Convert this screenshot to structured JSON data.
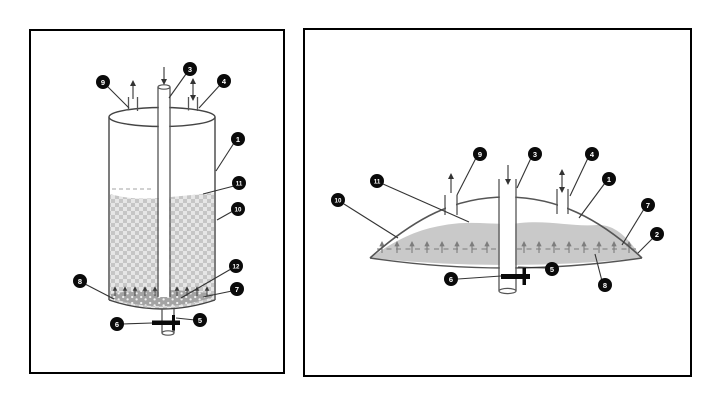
{
  "left": {
    "callouts": {
      "c1": "1",
      "c3": "3",
      "c4": "4",
      "c5": "5",
      "c6": "6",
      "c7": "7",
      "c8": "8",
      "c9": "9",
      "c10": "10",
      "c11": "11",
      "c12": "12"
    }
  },
  "right": {
    "callouts": {
      "c1": "1",
      "c2": "2",
      "c3": "3",
      "c4": "4",
      "c5": "5",
      "c6": "6",
      "c7": "7",
      "c8": "8",
      "c9": "9",
      "c10": "10",
      "c11": "11"
    }
  },
  "palette": {
    "panel_border": "#000000",
    "line": "#444444",
    "liquid_gray": "#c9c9c9",
    "checker_light": "#e6e6e6",
    "checker_dark": "#c6c6c6",
    "sludge_gray": "#a3a3a3",
    "callout_bg": "#0a0a0a",
    "callout_text": "#ffffff"
  }
}
